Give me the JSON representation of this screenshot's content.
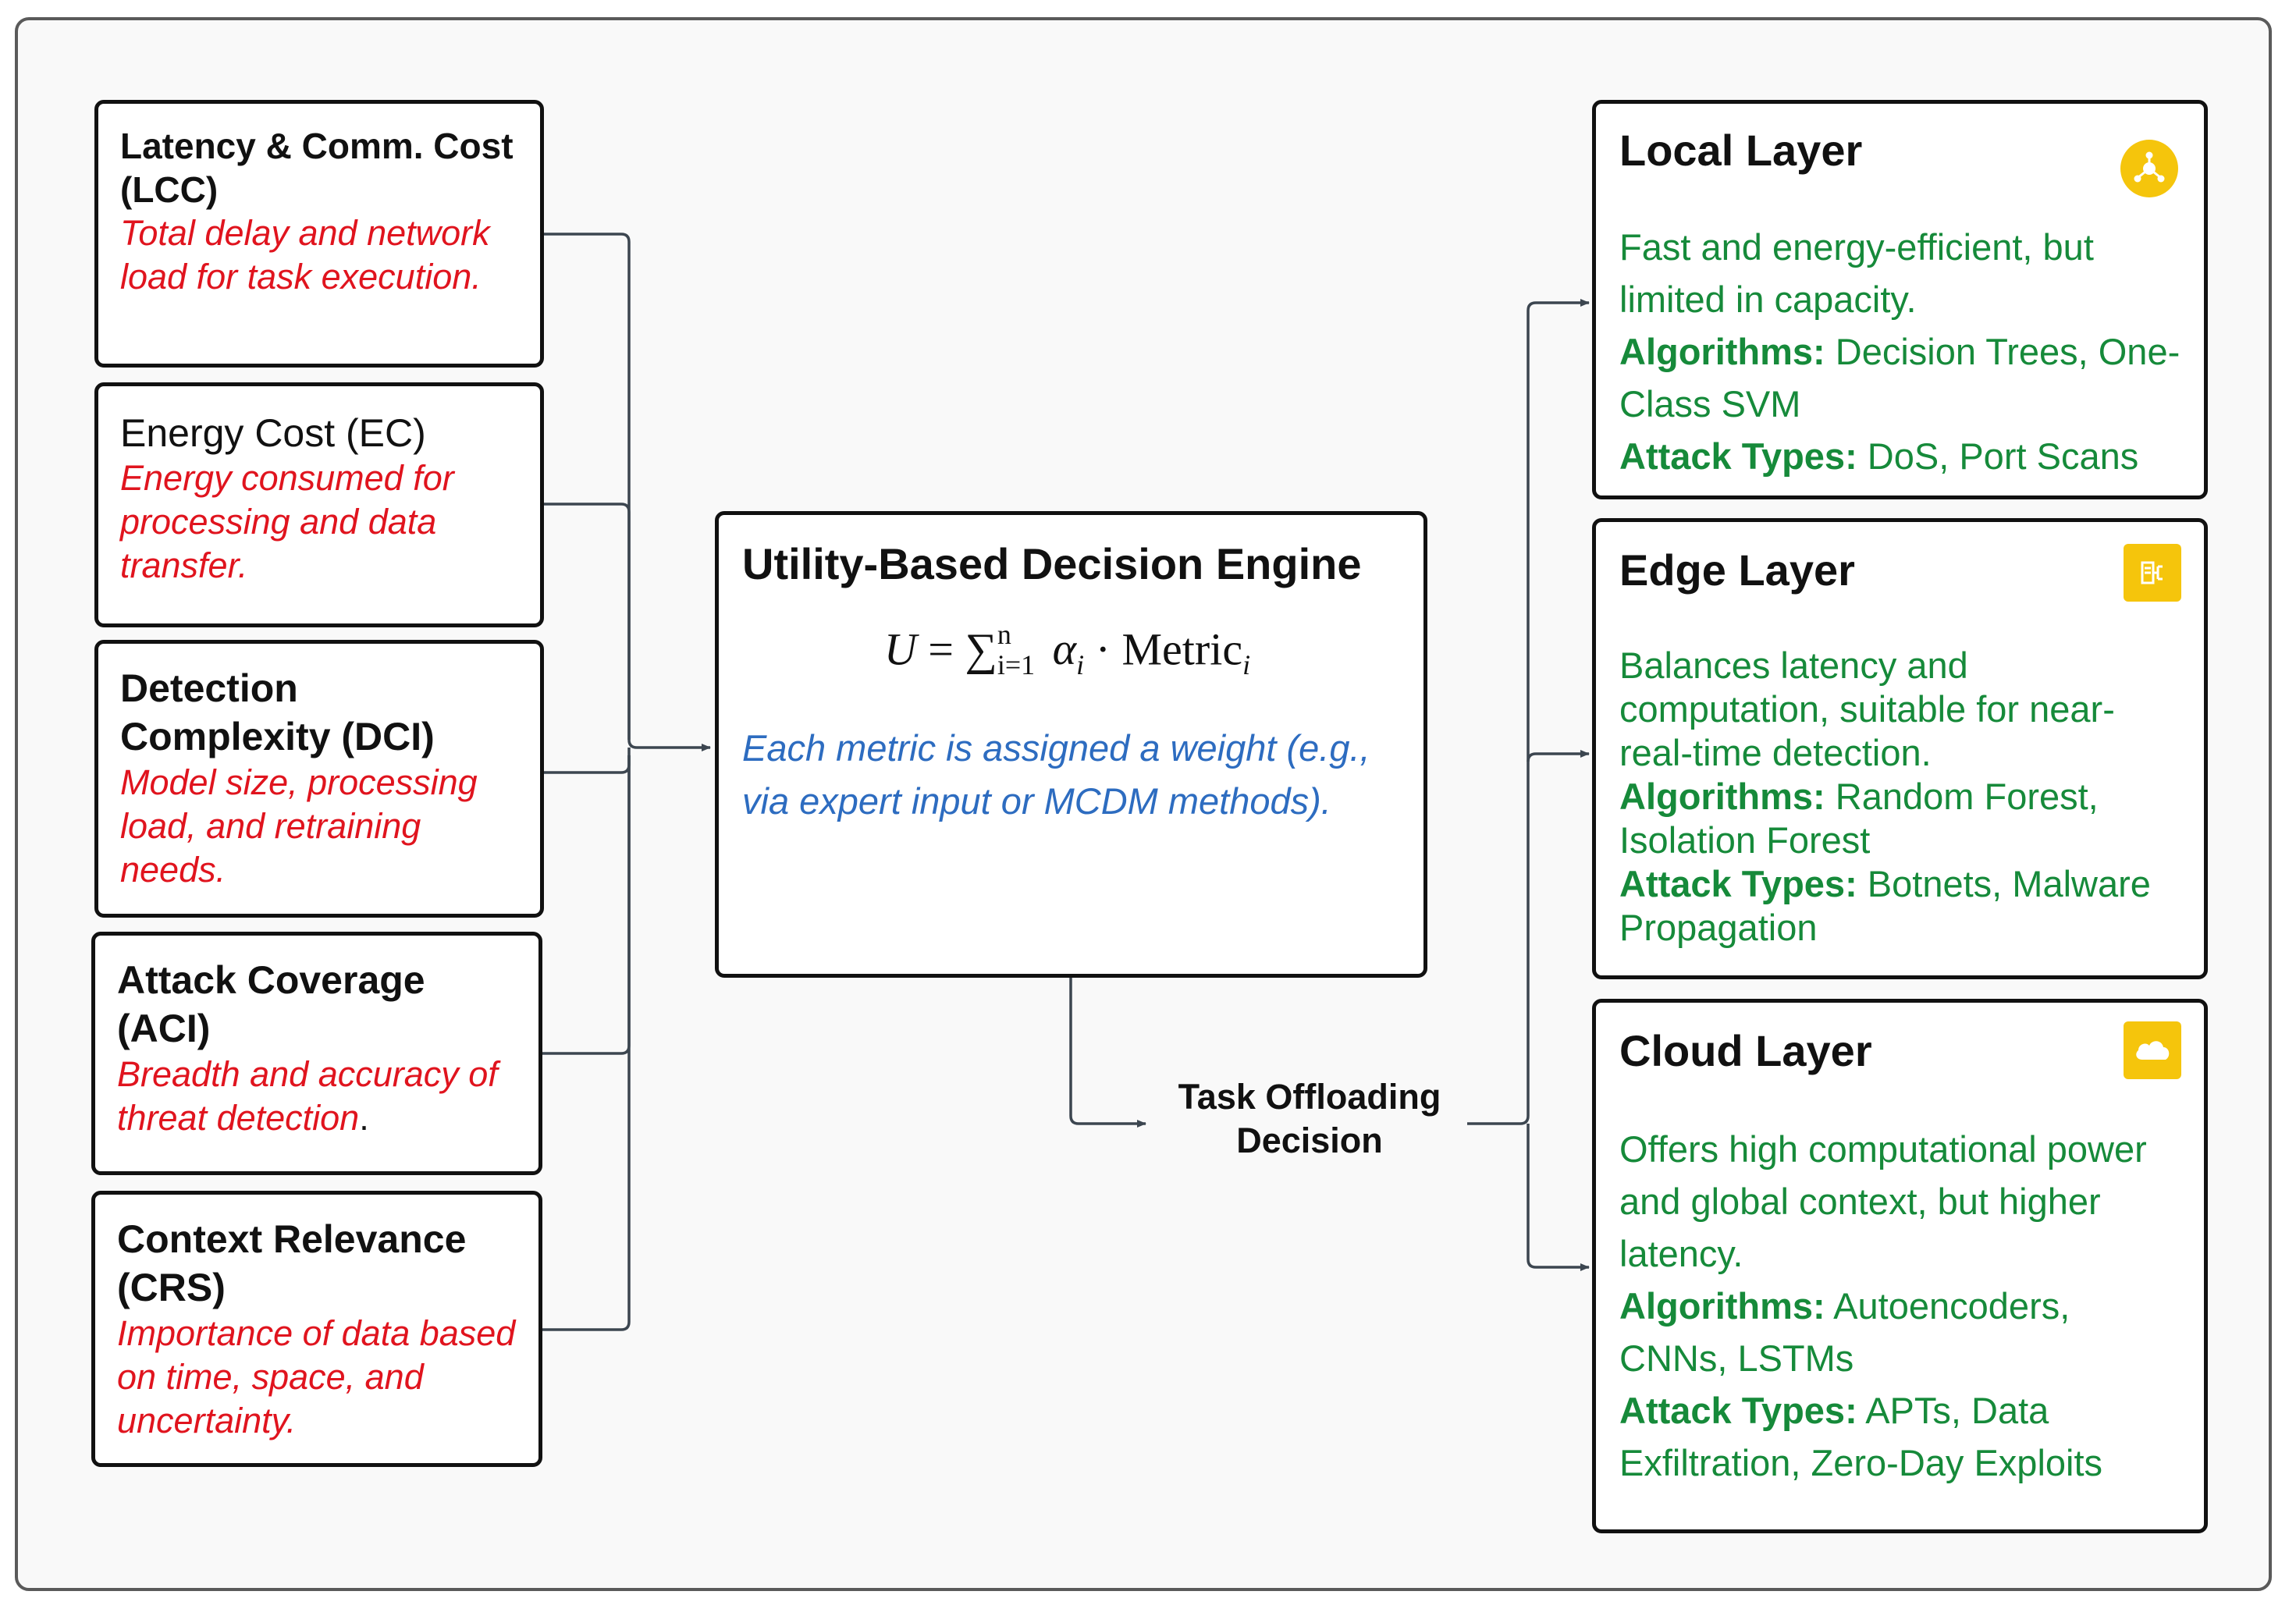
{
  "metrics": [
    {
      "title": "Latency & Comm. Cost (LCC)",
      "desc": "Total delay and network load for task execution.",
      "desc_tail": ""
    },
    {
      "title": "Energy Cost (EC)",
      "desc": "Energy consumed for processing and data transfer.",
      "desc_tail": ""
    },
    {
      "title": "Detection Complexity (DCI)",
      "desc": "Model size, processing load, and retraining needs.",
      "desc_tail": ""
    },
    {
      "title": "Attack Coverage (ACI)",
      "desc": "Breadth and accuracy of threat detection",
      "desc_tail": "."
    },
    {
      "title": "Context Relevance (CRS)",
      "desc": "Importance of data based on time, space, and uncertainty.",
      "desc_tail": ""
    }
  ],
  "engine": {
    "title": "Utility-Based Decision Engine",
    "formula": {
      "lhs": "U",
      "eq": "=",
      "sum": "∑",
      "sum_sub": "i=1",
      "sum_sup": "n",
      "weight": "α",
      "weight_sub": "i",
      "dot": "·",
      "metric": "Metric",
      "metric_sub": "i"
    },
    "note": "Each metric is assigned a weight (e.g., via expert input or MCDM methods)."
  },
  "decision": {
    "line1": "Task Offloading",
    "line2": "Decision"
  },
  "layers": [
    {
      "title": "Local Layer",
      "icon": "hub-icon",
      "desc": "Fast and energy-efficient, but limited in capacity.",
      "algorithms_label": "Algorithms:",
      "algorithms": " Decision Trees, One-Class SVM",
      "attacks_label": "Attack Types:",
      "attacks": " DoS, Port Scans"
    },
    {
      "title": "Edge Layer",
      "icon": "edge-server-icon",
      "desc": "Balances latency and computation, suitable for near-real-time detection.",
      "algorithms_label": "Algorithms:",
      "algorithms": " Random Forest, Isolation Forest",
      "attacks_label": "Attack Types:",
      "attacks": " Botnets, Malware Propagation"
    },
    {
      "title": "Cloud Layer",
      "icon": "cloud-icon",
      "desc": "Offers high computational power and global context, but higher latency.",
      "algorithms_label": "Algorithms:",
      "algorithms": " Autoencoders, CNNs, LSTMs",
      "attacks_label": "Attack Types:",
      "attacks": " APTs, Data Exfiltration, Zero-Day Exploits"
    }
  ],
  "colors": {
    "metric_desc": "#e0141e",
    "engine_note": "#2d6cc0",
    "layer_text": "#168a3a",
    "badge": "#f5c50c",
    "connector": "#3c4650"
  }
}
